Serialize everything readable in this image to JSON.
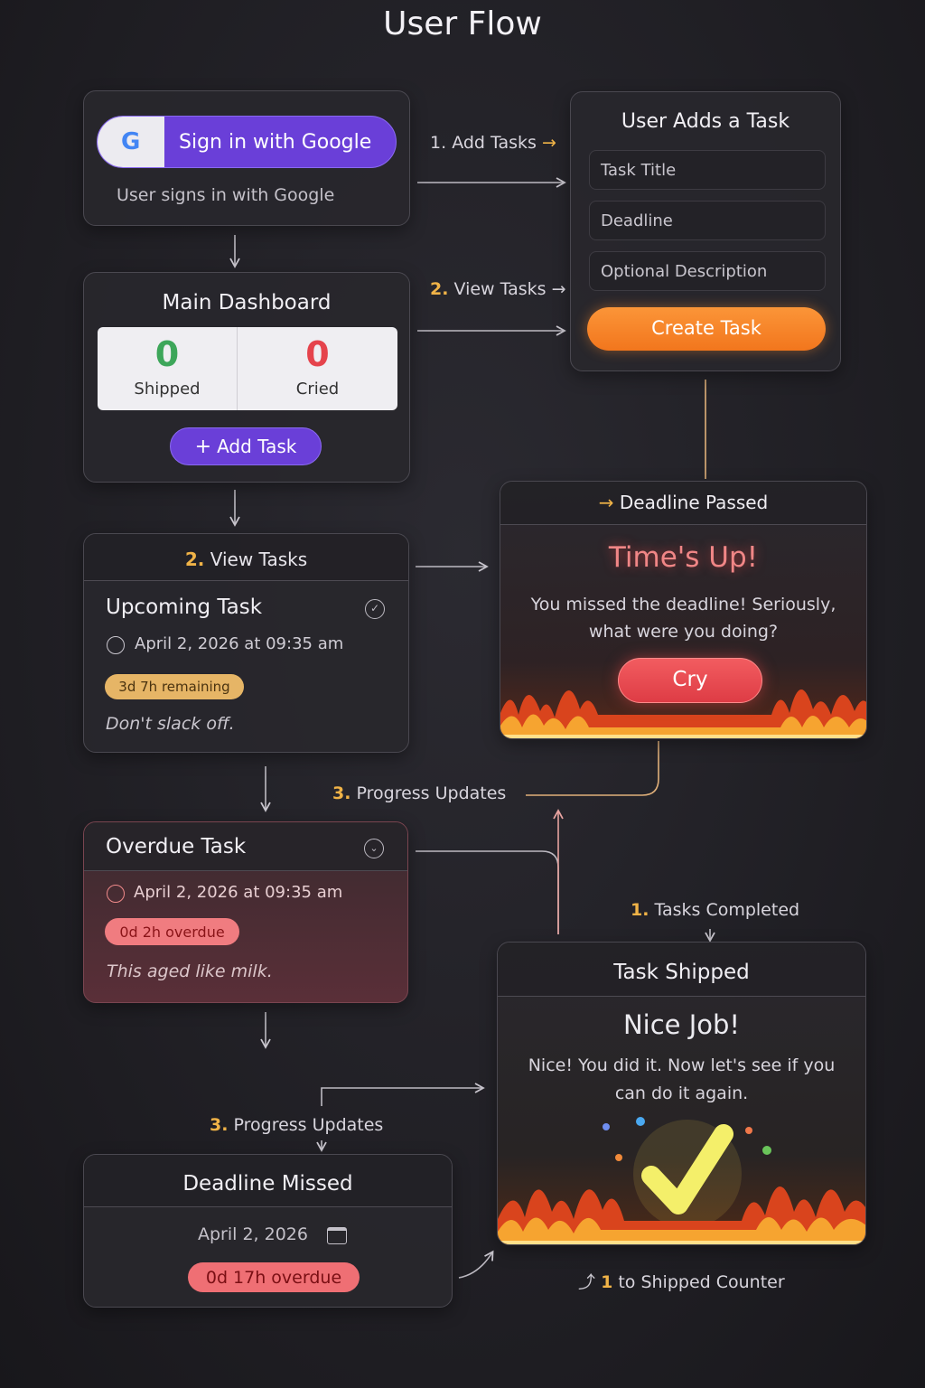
{
  "page_title": "User Flow",
  "signin": {
    "button_label": "Sign in with Google",
    "google_glyph": "G",
    "caption": "User signs in with Google"
  },
  "flow_labels": {
    "add_tasks_num": "1.",
    "add_tasks": "Add Tasks",
    "view_tasks_num_1": "2.",
    "view_tasks_1": "View Tasks",
    "progress_num_1": "3.",
    "progress_1": "Progress Updates",
    "completed_num": "1.",
    "completed": "Tasks Completed",
    "progress_num_2": "3.",
    "progress_2": "Progress Updates",
    "shipped_counter_num": "1",
    "shipped_counter": "to Shipped Counter"
  },
  "add_task_form": {
    "title": "User Adds a Task",
    "task_title_placeholder": "Task Title",
    "deadline_placeholder": "Deadline",
    "description_placeholder": "Optional Description",
    "create_button": "Create Task"
  },
  "dashboard": {
    "title": "Main Dashboard",
    "shipped_value": "0",
    "shipped_label": "Shipped",
    "cried_value": "0",
    "cried_label": "Cried",
    "add_button": "Add Task",
    "add_glyph": "+"
  },
  "deadline_passed": {
    "header": "Deadline Passed",
    "headline": "Time's Up!",
    "message_line1": "You missed the deadline! Seriously,",
    "message_line2": "what were you doing?",
    "cry_button": "Cry"
  },
  "view_tasks": {
    "header_num": "2.",
    "header": "View Tasks",
    "task_title": "Upcoming Task",
    "date": "April 2, 2026 at 09:35 am",
    "remaining_badge": "3d 7h remaining",
    "note": "Don't slack off."
  },
  "overdue": {
    "task_title": "Overdue Task",
    "date": "April 2, 2026 at 09:35 am",
    "overdue_badge": "0d 2h overdue",
    "note": "This aged like milk."
  },
  "task_shipped": {
    "header": "Task Shipped",
    "headline": "Nice Job!",
    "message_line1": "Nice! You did it. Now let's see if you",
    "message_line2": "can do it again."
  },
  "deadline_missed": {
    "header": "Deadline Missed",
    "date": "April 2, 2026",
    "overdue_badge": "0d 17h overdue"
  },
  "colors": {
    "purple": "#6a3fd8",
    "orange": "#f7862a",
    "red": "#e5434c",
    "green": "#3da65a",
    "gold": "#f0b347"
  }
}
